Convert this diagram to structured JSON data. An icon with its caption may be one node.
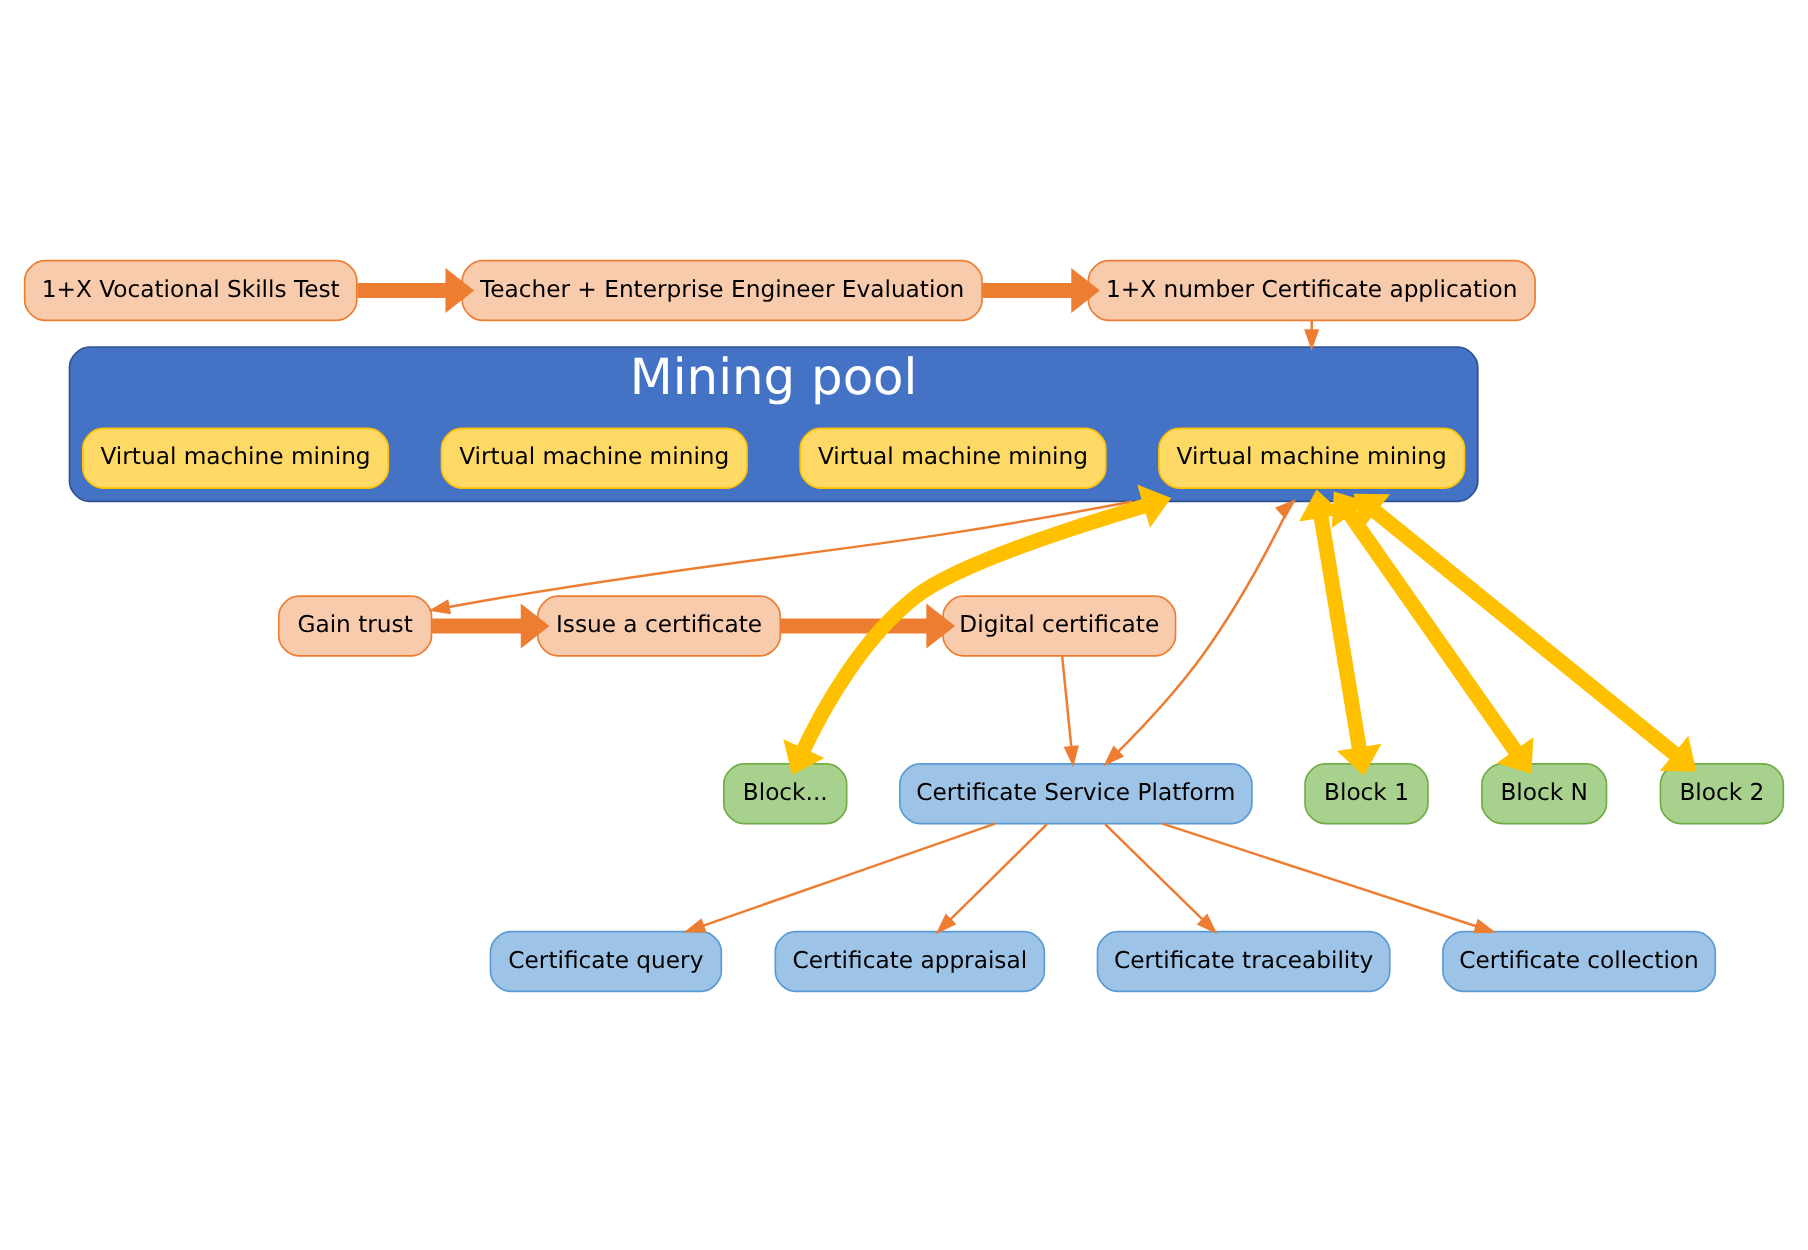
{
  "diagram": {
    "nodes": [
      {
        "text": [
          "1+X Vocational Skills Test"
        ]
      },
      {
        "text": [
          "Teacher + Enterprise Engineer Evaluation"
        ]
      },
      {
        "text": [
          "1+X number Certificate application"
        ]
      },
      {
        "text": [
          "Block 1"
        ]
      },
      {
        "text": [
          "Mining pool"
        ]
      },
      {
        "text": [
          "Virtual machine mining"
        ],
        "in": 4
      },
      {
        "text": [
          "Virtual machine mining"
        ],
        "in": 4
      },
      {
        "text": [
          "Certificate query"
        ]
      },
      {
        "text": [
          "Certificate appraisal"
        ]
      },
      {
        "text": [
          "Certificate Service Platform"
        ]
      },
      {
        "text": [
          "Block N"
        ]
      },
      {
        "text": [
          "Block 2"
        ]
      },
      {
        "text": [
          "Certificate traceability"
        ]
      },
      {
        "text": [
          "Virtual machine mining"
        ],
        "in": 4
      },
      {
        "text": [
          "Virtual machine mining"
        ],
        "in": 4
      },
      {
        "text": [
          "Certificate collection"
        ]
      },
      {
        "text": [
          "Block..."
        ]
      },
      {
        "text": [
          "Digital certificate"
        ]
      },
      {
        "text": [
          "Issue a certificate"
        ]
      },
      {
        "text": [
          "Gain trust"
        ]
      }
    ],
    "edges": [
      {
        "from": 0,
        "to": 1,
        "arrow": "to",
        "style": "thick"
      },
      {
        "from": 1,
        "to": 2,
        "arrow": "to",
        "style": "thick"
      },
      {
        "from": 2,
        "to": 4,
        "arrow": "to"
      },
      {
        "from": 4,
        "to": 3,
        "arrow": "both",
        "style": "thick",
        "color": "#ffc000"
      },
      {
        "from": 4,
        "to": 10,
        "arrow": "both",
        "style": "thick",
        "color": "#ffc000"
      },
      {
        "from": 4,
        "to": 11,
        "arrow": "both",
        "style": "thick",
        "color": "#ffc000"
      },
      {
        "from": 4,
        "to": 16,
        "arrow": "both",
        "style": "thick",
        "color": "#ffc000"
      },
      {
        "from": 9,
        "to": 4,
        "arrow": "both"
      },
      {
        "from": 9,
        "to": 7,
        "arrow": "to"
      },
      {
        "from": 9,
        "to": 8,
        "arrow": "to"
      },
      {
        "from": 9,
        "to": 12,
        "arrow": "to"
      },
      {
        "from": 9,
        "to": 15,
        "arrow": "to"
      },
      {
        "from": 4,
        "to": 19,
        "arrow": "to"
      },
      {
        "from": 19,
        "to": 18,
        "arrow": "to",
        "style": "thick"
      },
      {
        "from": 18,
        "to": 17,
        "arrow": "to",
        "style": "thick"
      },
      {
        "from": 17,
        "to": 9,
        "arrow": "to"
      }
    ]
  }
}
